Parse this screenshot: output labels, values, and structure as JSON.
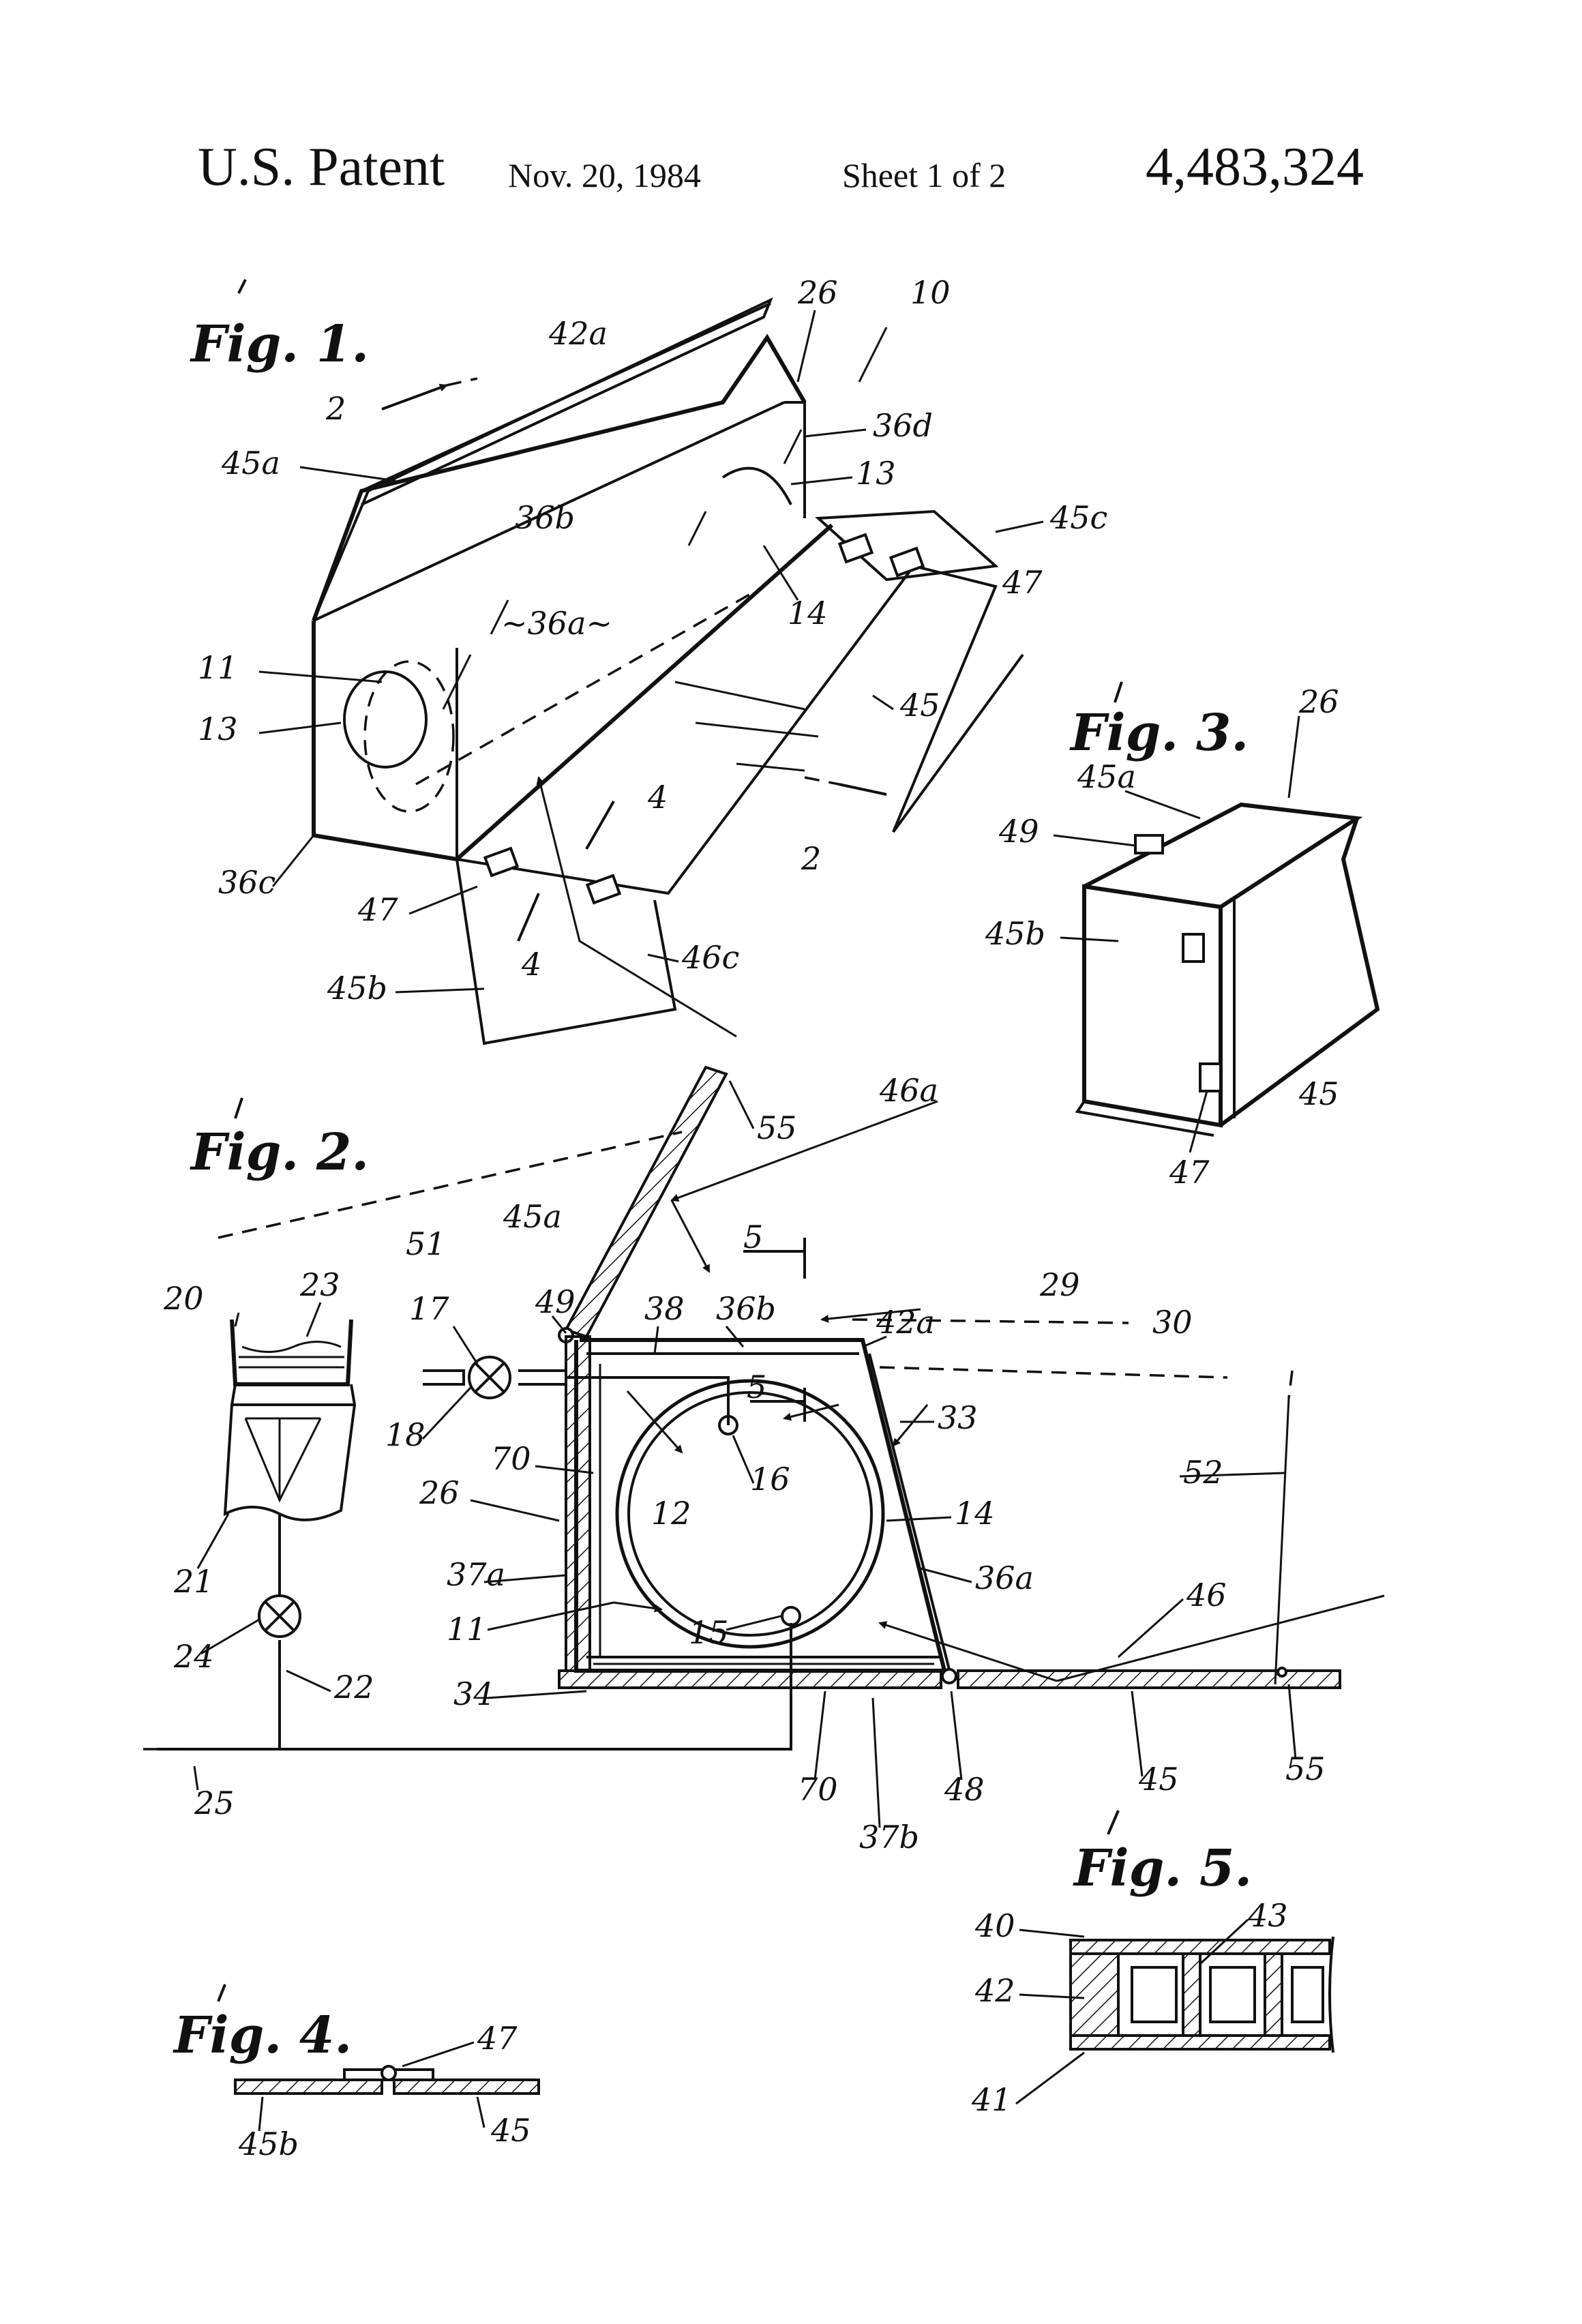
{
  "header": {
    "patent": "U.S. Patent",
    "date": "Nov. 20, 1984",
    "sheet": "Sheet 1 of 2",
    "number": "4,483,324"
  },
  "figures": {
    "fig1": "Fig. 1.",
    "fig2": "Fig. 2.",
    "fig3": "Fig. 3.",
    "fig4": "Fig. 4.",
    "fig5": "Fig. 5."
  },
  "fig1_labels": {
    "l10": "10",
    "l26": "26",
    "l42a": "42a",
    "l2a": "2",
    "l45a": "45a",
    "l36d": "36d",
    "l13a": "13",
    "l36b": "36b",
    "l45c": "45c",
    "l47a": "47",
    "l14": "14",
    "l36a": "~36a~",
    "l11": "11",
    "l13b": "13",
    "l45": "45",
    "l4a": "4",
    "l2b": "2",
    "l36c": "36c",
    "l47b": "47",
    "l4b": "4",
    "l46c": "46c",
    "l45b": "45b"
  },
  "fig2_labels": {
    "l55a": "55",
    "l46a": "46a",
    "l51": "51",
    "l45a": "45a",
    "l5a": "5",
    "l20": "20",
    "l23": "23",
    "l49": "49",
    "l17": "17",
    "l38": "38",
    "l36b": "36b",
    "l29": "29",
    "l42a": "42a",
    "l30": "30",
    "l5b": "5",
    "l33": "33",
    "l18": "18",
    "l70a": "70",
    "l16": "16",
    "l52": "52",
    "l26": "26",
    "l12": "12",
    "l14": "14",
    "l21": "21",
    "l37a": "37a",
    "l36a": "36a",
    "l46": "46",
    "l24": "24",
    "l11": "11",
    "l15": "15",
    "l22": "22",
    "l34": "34",
    "l70b": "70",
    "l48": "48",
    "l45": "45",
    "l55b": "55",
    "l25": "25",
    "l37b": "37b"
  },
  "fig3_labels": {
    "l26": "26",
    "l45a": "45a",
    "l49": "49",
    "l45b": "45b",
    "l45": "45",
    "l47": "47"
  },
  "fig4_labels": {
    "l47": "47",
    "l45b": "45b",
    "l45": "45"
  },
  "fig5_labels": {
    "l40": "40",
    "l43": "43",
    "l42": "42",
    "l41": "41"
  }
}
